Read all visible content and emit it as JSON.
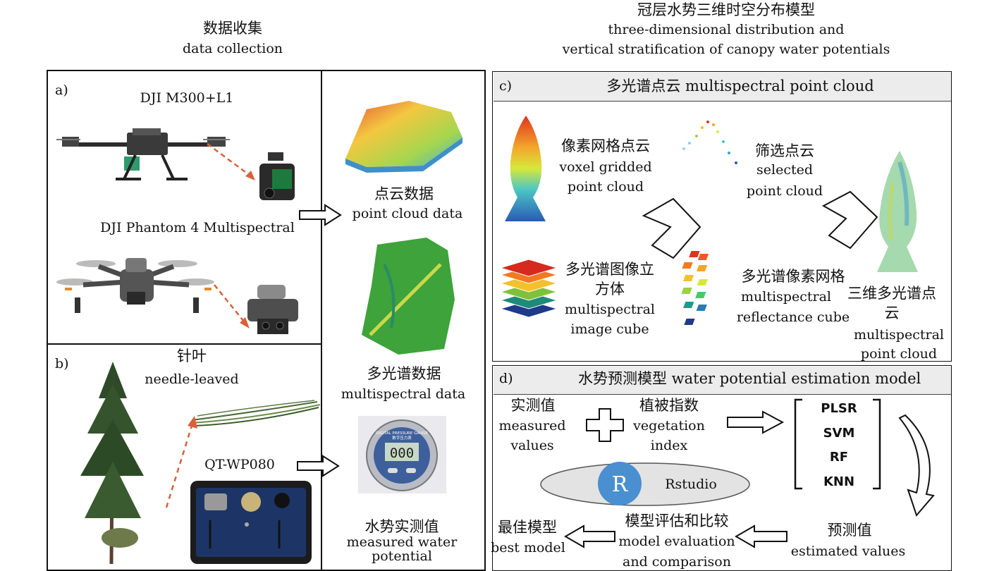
{
  "headers": {
    "left_zh": "数据收集",
    "left_en": "data collection",
    "right_zh": "冠层水势三维时空分布模型",
    "right_en1": "three-dimensional distribution and",
    "right_en2": "vertical stratification of canopy water potentials"
  },
  "panel_a": {
    "label": "a)",
    "drone1": "DJI M300+L1",
    "drone2": "DJI Phantom 4 Multispectral"
  },
  "panel_b": {
    "label": "b)",
    "needle_zh": "针叶",
    "needle_en": "needle-leaved",
    "device": "QT-WP080",
    "gauge_top": "DIGITAL PRESSURE GAUGE",
    "gauge_zh": "数字压力表",
    "gauge_value": "000"
  },
  "data_col": {
    "pc_zh": "点云数据",
    "pc_en": "point cloud data",
    "ms_zh": "多光谱数据",
    "ms_en": "multispectral data",
    "wp_zh": "水势实测值",
    "wp_en1": "measured water",
    "wp_en2": "potential"
  },
  "panel_c": {
    "label": "c)",
    "title": "多光谱点云 multispectral point cloud",
    "voxel_zh": "像素网格点云",
    "voxel_en1": "voxel gridded",
    "voxel_en2": "point cloud",
    "sel_zh": "筛选点云",
    "sel_en1": "selected",
    "sel_en2": "point cloud",
    "cube_zh1": "多光谱图像立",
    "cube_zh2": "方体",
    "cube_en1": "multispectral",
    "cube_en2": "image cube",
    "refl_zh": "多光谱像素网格",
    "refl_en1": "multispectral",
    "refl_en2": "reflectance cube",
    "mpc_zh1": "三维多光谱点",
    "mpc_zh2": "云",
    "mpc_en1": "multispectral",
    "mpc_en2": "point cloud"
  },
  "panel_d": {
    "label": "d)",
    "title": "水势预测模型 water potential estimation model",
    "meas_zh": "实测值",
    "meas_en1": "measured",
    "meas_en2": "values",
    "veg_zh": "植被指数",
    "veg_en1": "vegetation",
    "veg_en2": "index",
    "models": [
      "PLSR",
      "SVM",
      "RF",
      "KNN"
    ],
    "rstudio_letter": "R",
    "rstudio": "Rstudio",
    "pred_zh": "预测值",
    "pred_en": "estimated values",
    "eval_zh": "模型评估和比较",
    "eval_en1": "model evaluation",
    "eval_en2": "and comparison",
    "best_zh": "最佳模型",
    "best_en": "best model"
  },
  "colors": {
    "border": "#111111",
    "panel_head": "#ececec",
    "dashed_arrow": "#d9603b",
    "r_logo": "#4a8fd0",
    "ellipse": "#e3e3e3"
  }
}
